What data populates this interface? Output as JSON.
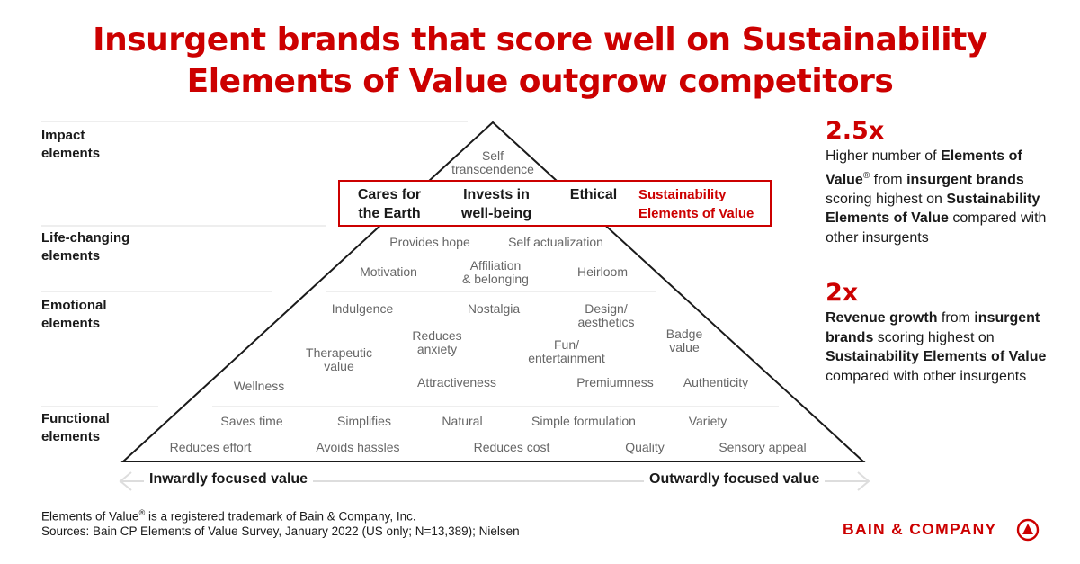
{
  "title": {
    "line1": "Insurgent brands that score well on Sustainability",
    "line2": "Elements of Value outgrow competitors"
  },
  "categories": {
    "impact": [
      "Impact",
      "elements"
    ],
    "life_changing": [
      "Life-changing",
      "elements"
    ],
    "emotional": [
      "Emotional",
      "elements"
    ],
    "functional": [
      "Functional",
      "elements"
    ]
  },
  "pyramid": {
    "impact": [
      "Self",
      "transcendence"
    ],
    "highlight": {
      "cares": [
        "Cares for",
        "the Earth"
      ],
      "invests": [
        "Invests in",
        "well-being"
      ],
      "ethical": "Ethical",
      "label": [
        "Sustainability",
        "Elements of Value"
      ]
    },
    "life_changing": {
      "provides_hope": "Provides hope",
      "self_actualization": "Self actualization",
      "motivation": "Motivation",
      "affiliation": [
        "Affiliation",
        "& belonging"
      ],
      "heirloom": "Heirloom"
    },
    "emotional": {
      "indulgence": "Indulgence",
      "nostalgia": "Nostalgia",
      "design": [
        "Design/",
        "aesthetics"
      ],
      "badge": [
        "Badge",
        "value"
      ],
      "reduces_anxiety": [
        "Reduces",
        "anxiety"
      ],
      "therapeutic": [
        "Therapeutic",
        "value"
      ],
      "fun": [
        "Fun/",
        "entertainment"
      ],
      "wellness": "Wellness",
      "attractiveness": "Attractiveness",
      "premiumness": "Premiumness",
      "authenticity": "Authenticity"
    },
    "functional": {
      "saves_time": "Saves time",
      "simplifies": "Simplifies",
      "natural": "Natural",
      "simple_formulation": "Simple formulation",
      "variety": "Variety",
      "reduces_effort": "Reduces effort",
      "avoids_hassles": "Avoids hassles",
      "reduces_cost": "Reduces cost",
      "quality": "Quality",
      "sensory_appeal": "Sensory appeal"
    }
  },
  "axis": {
    "left": "Inwardly focused value",
    "right": "Outwardly focused value"
  },
  "stats": [
    {
      "value": "2.5x",
      "text": [
        "Higher number of ",
        "Elements of Value",
        "®",
        " from ",
        "insurgent brands",
        " scoring highest on ",
        "Sustainability Elements of Value",
        " compared with other insurgents"
      ]
    },
    {
      "value": "2x",
      "text": [
        "Revenue growth",
        " from ",
        "insurgent brands",
        " scoring highest on ",
        "Sustainability Elements of Value",
        " compared with other insurgents"
      ]
    }
  ],
  "footnote": {
    "line1_a": "Elements of Value",
    "line1_sup": "®",
    "line1_b": " is a registered trademark of Bain & Company, Inc.",
    "line2": "Sources: Bain CP Elements of Value Survey, January 2022 (US only; N=13,389); Nielsen"
  },
  "logo": "BAIN & COMPANY",
  "colors": {
    "accent": "#cc0000",
    "text": "#1a1a1a",
    "muted": "#666666",
    "rule": "#dddddd"
  }
}
